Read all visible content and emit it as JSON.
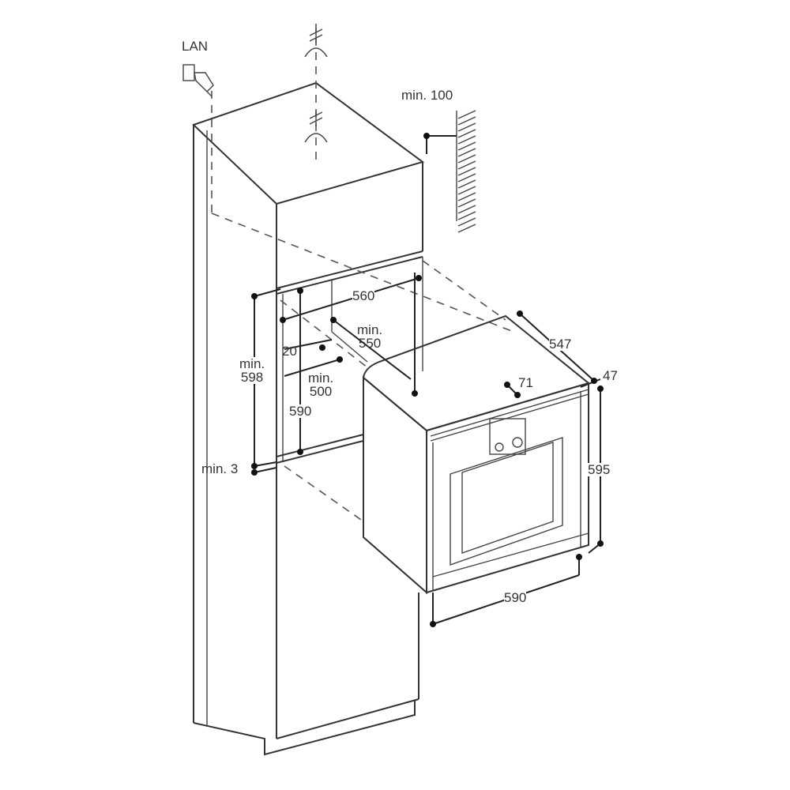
{
  "labels": {
    "lan": "LAN",
    "min_100": "min. 100",
    "w_560": "560",
    "min_550": [
      "min.",
      "550"
    ],
    "d_20": "20",
    "min_598": [
      "min.",
      "598"
    ],
    "min_500": [
      "min.",
      "500"
    ],
    "h_590": "590",
    "min_3": "min. 3",
    "d_547": "547",
    "d_47": "47",
    "d_71": "71",
    "h_595": "595",
    "w_590": "590"
  },
  "colors": {
    "line": "#333333",
    "background": "#ffffff"
  }
}
